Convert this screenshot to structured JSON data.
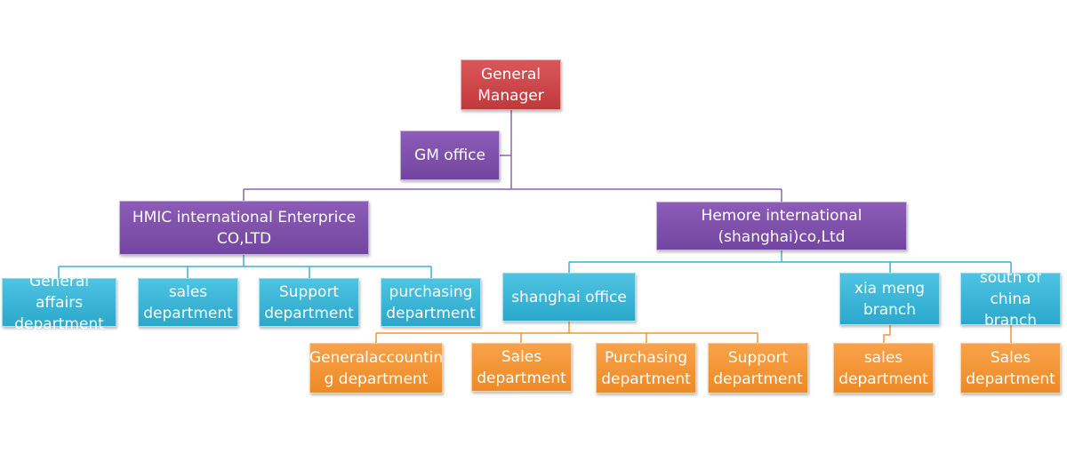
{
  "colors": {
    "manager": "#c8484b",
    "company": "#7f52ab",
    "department": "#35b4d6",
    "sub_department": "#f39436",
    "line_purple": "#8e62b6",
    "line_blue": "#3cb2d6",
    "line_orange": "#f39436"
  },
  "general_manager": {
    "label": "General\nManager"
  },
  "gm_office": {
    "label": "GM office"
  },
  "hmic": {
    "label": "HMIC international Enterprice\nCO,LTD",
    "departments": [
      {
        "label": "General affairs\ndepartment"
      },
      {
        "label": "sales\ndepartment"
      },
      {
        "label": "Support\ndepartment"
      },
      {
        "label": "purchasing\ndepartment"
      }
    ]
  },
  "hemore": {
    "label": "Hemore international\n(shanghai)co,Ltd",
    "shanghai_office": {
      "label": "shanghai office",
      "departments": [
        {
          "label": "Generalaccountin\ng department"
        },
        {
          "label": "Sales\ndepartment"
        },
        {
          "label": "Purchasing\ndepartment"
        },
        {
          "label": "Support\ndepartment"
        }
      ]
    },
    "xia_meng": {
      "label": "xia meng\nbranch",
      "department": {
        "label": "sales\ndepartment"
      }
    },
    "south_china": {
      "label": "south of\nchina branch",
      "department": {
        "label": "Sales\ndepartment"
      }
    }
  }
}
